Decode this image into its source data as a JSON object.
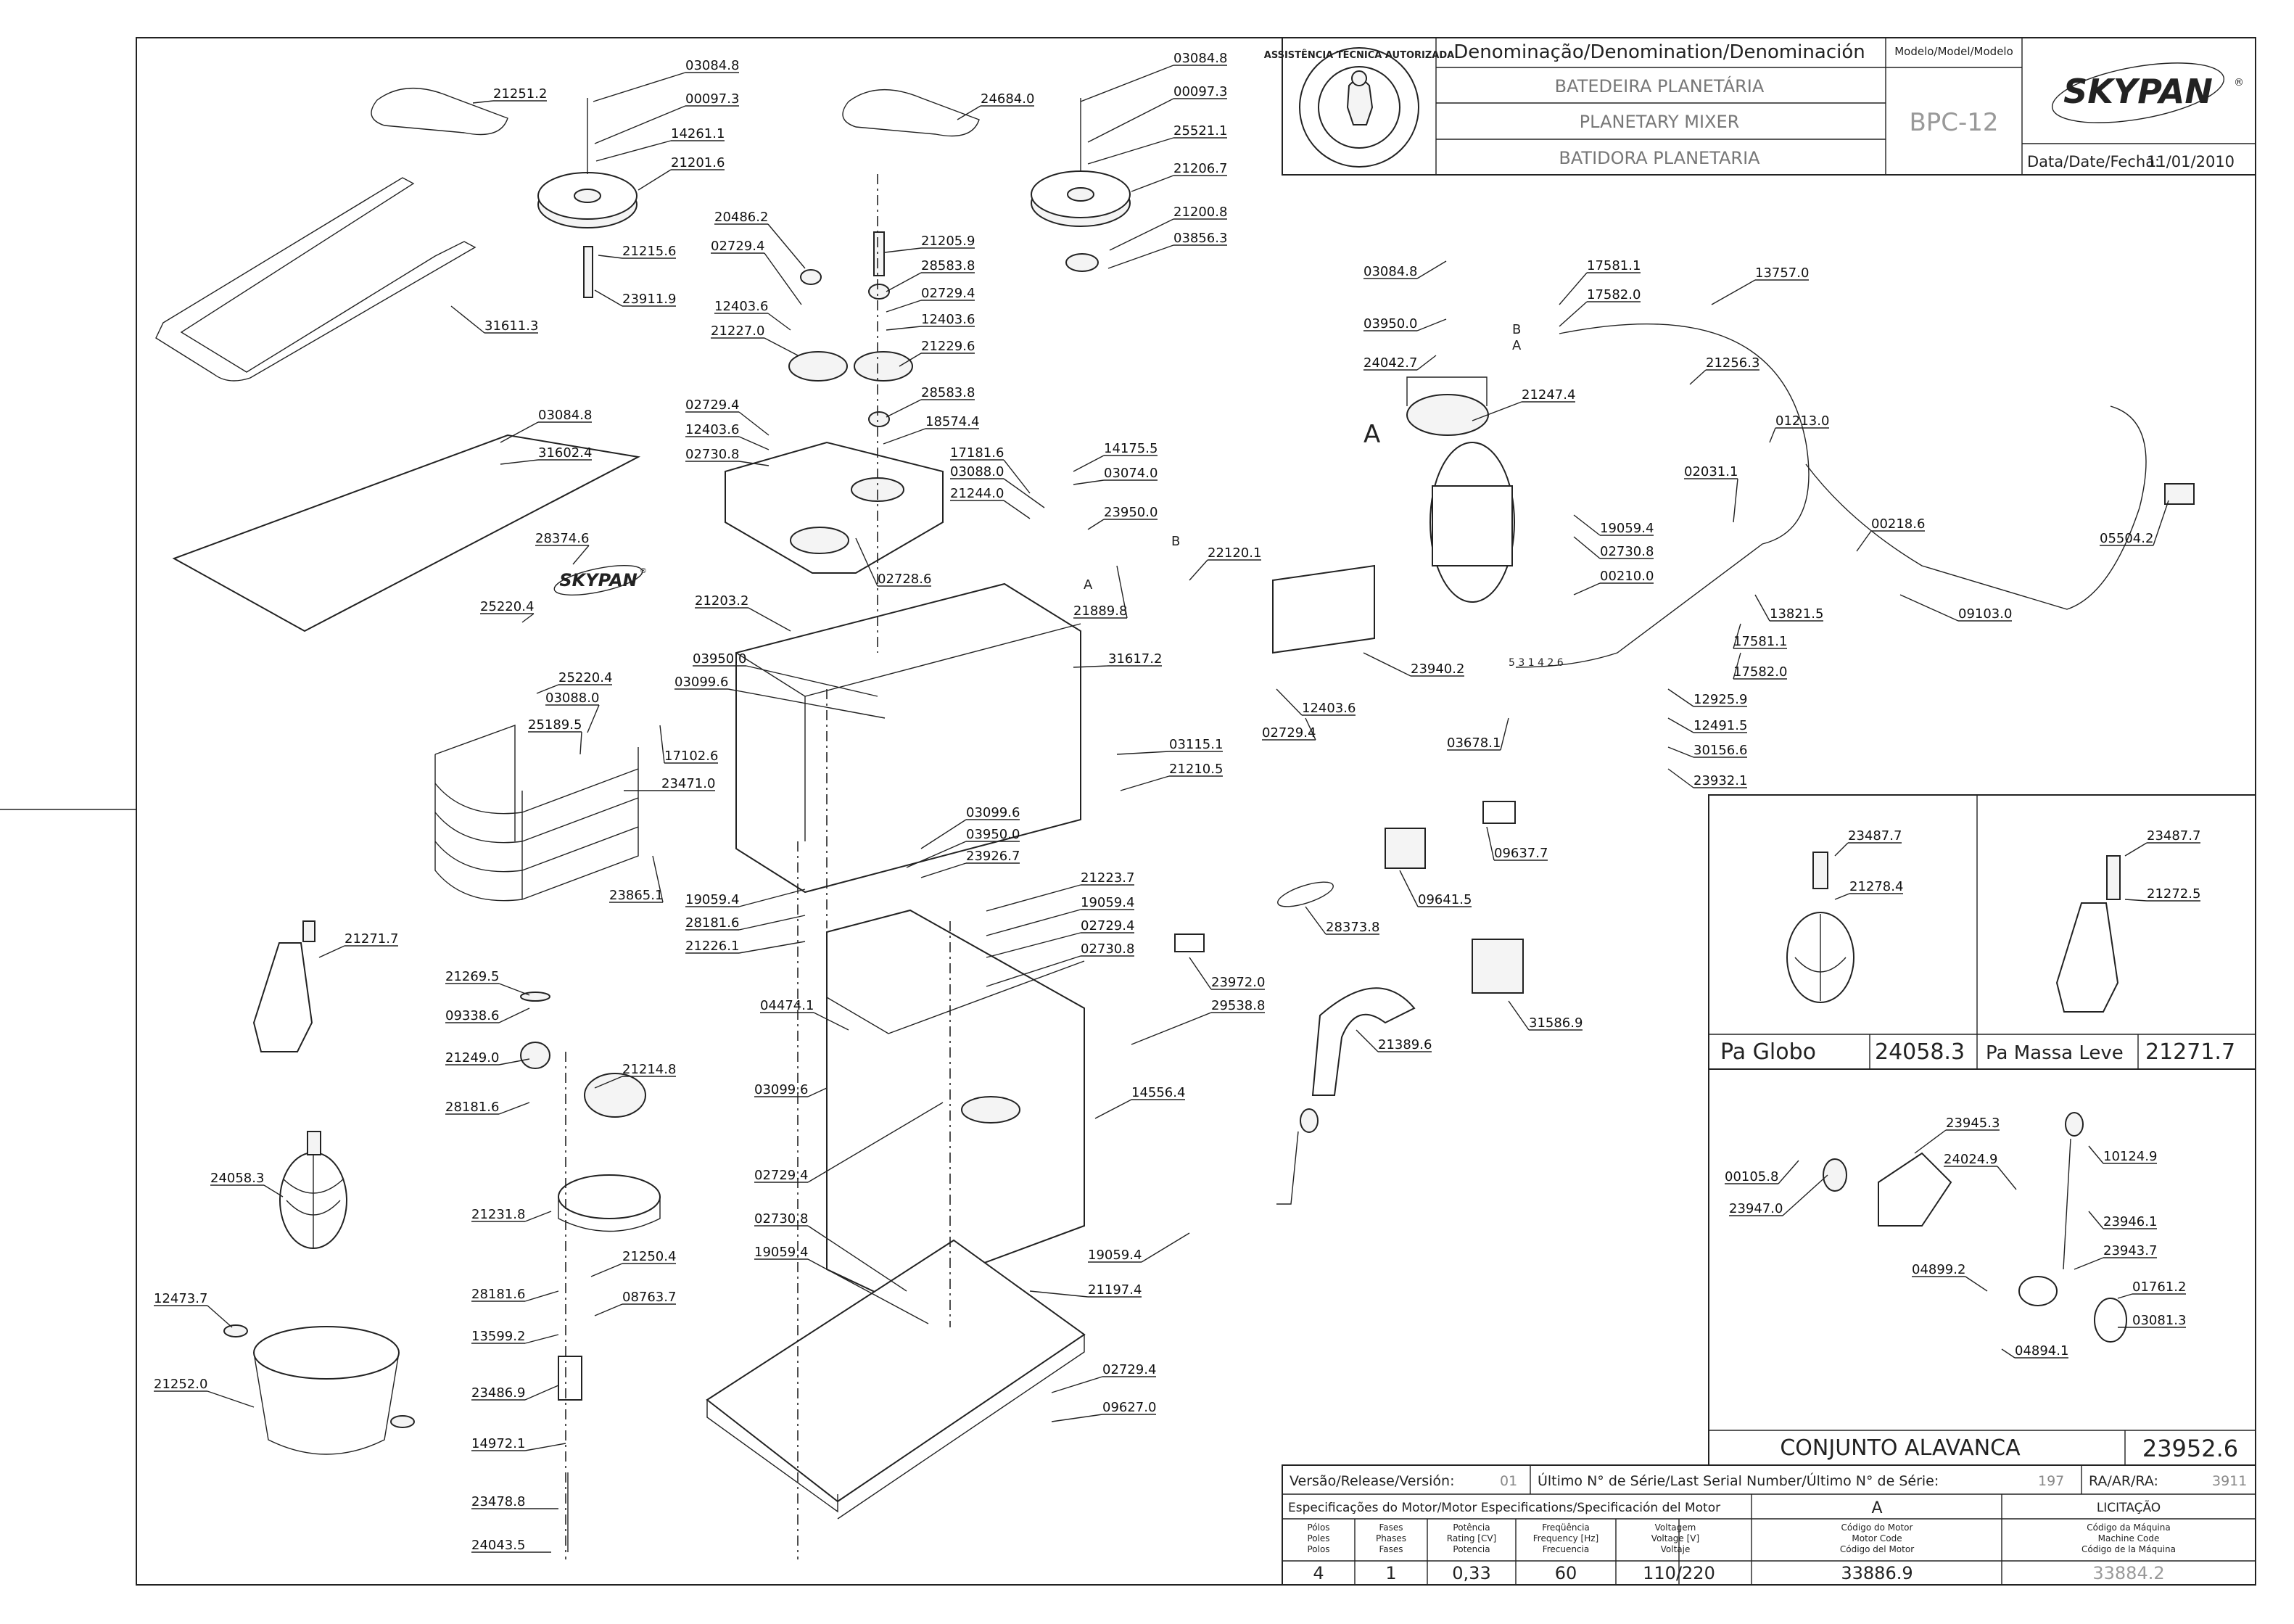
{
  "title_block": {
    "denomination_header": "Denominação/Denomination/Denominación",
    "name_pt": "BATEDEIRA PLANETÁRIA",
    "name_en": "PLANETARY MIXER",
    "name_es": "BATIDORA PLANETARIA",
    "model_header": "Modelo/Model/Modelo",
    "model": "BPC-12",
    "brand": "SKYPAN",
    "brand_mark": "®",
    "date_label": "Data/Date/Fecha:",
    "date": "11/01/2010",
    "seal_text": "ASSISTÊNCIA TÉCNICA AUTORIZADA"
  },
  "callouts": [
    {
      "id": "c1",
      "text": "03084.8"
    },
    {
      "id": "c2",
      "text": "00097.3"
    },
    {
      "id": "c3",
      "text": "14261.1"
    },
    {
      "id": "c4",
      "text": "21201.6"
    },
    {
      "id": "c5",
      "text": "21215.6"
    },
    {
      "id": "c6",
      "text": "23911.9"
    },
    {
      "id": "c7",
      "text": "21251.2"
    },
    {
      "id": "c8",
      "text": "31611.3"
    },
    {
      "id": "c9",
      "text": "03084.8"
    },
    {
      "id": "c10",
      "text": "31602.4"
    },
    {
      "id": "c11",
      "text": "28374.6"
    },
    {
      "id": "c12",
      "text": "25220.4"
    },
    {
      "id": "c13",
      "text": "25220.4"
    },
    {
      "id": "c14",
      "text": "03088.0"
    },
    {
      "id": "c15",
      "text": "25189.5"
    },
    {
      "id": "c16",
      "text": "17102.6"
    },
    {
      "id": "c17",
      "text": "23471.0"
    },
    {
      "id": "c18",
      "text": "23865.1"
    },
    {
      "id": "c19",
      "text": "24684.0"
    },
    {
      "id": "c20",
      "text": "03084.8"
    },
    {
      "id": "c21",
      "text": "00097.3"
    },
    {
      "id": "c22",
      "text": "25521.1"
    },
    {
      "id": "c23",
      "text": "21206.7"
    },
    {
      "id": "c24",
      "text": "21200.8"
    },
    {
      "id": "c25",
      "text": "03856.3"
    },
    {
      "id": "c26",
      "text": "20486.2"
    },
    {
      "id": "c27",
      "text": "02729.4"
    },
    {
      "id": "c28",
      "text": "21205.9"
    },
    {
      "id": "c29",
      "text": "28583.8"
    },
    {
      "id": "c30",
      "text": "02729.4"
    },
    {
      "id": "c31",
      "text": "12403.6"
    },
    {
      "id": "c32",
      "text": "12403.6"
    },
    {
      "id": "c33",
      "text": "21227.0"
    },
    {
      "id": "c34",
      "text": "21229.6"
    },
    {
      "id": "c35",
      "text": "28583.8"
    },
    {
      "id": "c36",
      "text": "18574.4"
    },
    {
      "id": "c37",
      "text": "02729.4"
    },
    {
      "id": "c38",
      "text": "12403.6"
    },
    {
      "id": "c39",
      "text": "02730.8"
    },
    {
      "id": "c40",
      "text": "17181.6"
    },
    {
      "id": "c41",
      "text": "03088.0"
    },
    {
      "id": "c42",
      "text": "21244.0"
    },
    {
      "id": "c43",
      "text": "14175.5"
    },
    {
      "id": "c44",
      "text": "03074.0"
    },
    {
      "id": "c45",
      "text": "23950.0"
    },
    {
      "id": "c46",
      "text": "02728.6"
    },
    {
      "id": "c47",
      "text": "21889.8"
    },
    {
      "id": "c48",
      "text": "22120.1"
    },
    {
      "id": "c49",
      "text": "21203.2"
    },
    {
      "id": "c50",
      "text": "03950.0"
    },
    {
      "id": "c51",
      "text": "03099.6"
    },
    {
      "id": "c52",
      "text": "31617.2"
    },
    {
      "id": "c53",
      "text": "03115.1"
    },
    {
      "id": "c54",
      "text": "21210.5"
    },
    {
      "id": "c55",
      "text": "19059.4"
    },
    {
      "id": "c56",
      "text": "28181.6"
    },
    {
      "id": "c57",
      "text": "21226.1"
    },
    {
      "id": "c58",
      "text": "03099.6"
    },
    {
      "id": "c59",
      "text": "03950.0"
    },
    {
      "id": "c60",
      "text": "23926.7"
    },
    {
      "id": "c61",
      "text": "21223.7"
    },
    {
      "id": "c62",
      "text": "19059.4"
    },
    {
      "id": "c63",
      "text": "02729.4"
    },
    {
      "id": "c64",
      "text": "02730.8"
    },
    {
      "id": "c65",
      "text": "04474.1"
    },
    {
      "id": "c66",
      "text": "03099.6"
    },
    {
      "id": "c67",
      "text": "23972.0"
    },
    {
      "id": "c68",
      "text": "29538.8"
    },
    {
      "id": "c69",
      "text": "14556.4"
    },
    {
      "id": "c70",
      "text": "02729.4"
    },
    {
      "id": "c71",
      "text": "02730.8"
    },
    {
      "id": "c72",
      "text": "19059.4"
    },
    {
      "id": "c73",
      "text": "19059.4"
    },
    {
      "id": "c74",
      "text": "21197.4"
    },
    {
      "id": "c75",
      "text": "02729.4"
    },
    {
      "id": "c76",
      "text": "09627.0"
    },
    {
      "id": "c77",
      "text": "21271.7"
    },
    {
      "id": "c78",
      "text": "21269.5"
    },
    {
      "id": "c79",
      "text": "09338.6"
    },
    {
      "id": "c80",
      "text": "21249.0"
    },
    {
      "id": "c81",
      "text": "21214.8"
    },
    {
      "id": "c82",
      "text": "28181.6"
    },
    {
      "id": "c83",
      "text": "24058.3"
    },
    {
      "id": "c84",
      "text": "21231.8"
    },
    {
      "id": "c85",
      "text": "21250.4"
    },
    {
      "id": "c86",
      "text": "28181.6"
    },
    {
      "id": "c87",
      "text": "08763.7"
    },
    {
      "id": "c88",
      "text": "13599.2"
    },
    {
      "id": "c89",
      "text": "12473.7"
    },
    {
      "id": "c90",
      "text": "21252.0"
    },
    {
      "id": "c91",
      "text": "23486.9"
    },
    {
      "id": "c92",
      "text": "14972.1"
    },
    {
      "id": "c93",
      "text": "23478.8"
    },
    {
      "id": "c94",
      "text": "24043.5"
    },
    {
      "id": "c95",
      "text": "03084.8"
    },
    {
      "id": "c96",
      "text": "03950.0"
    },
    {
      "id": "c97",
      "text": "24042.7"
    },
    {
      "id": "c98",
      "text": "21247.4"
    },
    {
      "id": "c99",
      "text": "17581.1"
    },
    {
      "id": "c100",
      "text": "17582.0"
    },
    {
      "id": "c101",
      "text": "13757.0"
    },
    {
      "id": "c102",
      "text": "21256.3"
    },
    {
      "id": "c103",
      "text": "01213.0"
    },
    {
      "id": "c104",
      "text": "02031.1"
    },
    {
      "id": "c105",
      "text": "00218.6"
    },
    {
      "id": "c106",
      "text": "05504.2"
    },
    {
      "id": "c107",
      "text": "19059.4"
    },
    {
      "id": "c108",
      "text": "02730.8"
    },
    {
      "id": "c109",
      "text": "00210.0"
    },
    {
      "id": "c110",
      "text": "13821.5"
    },
    {
      "id": "c111",
      "text": "09103.0"
    },
    {
      "id": "c112",
      "text": "17581.1"
    },
    {
      "id": "c113",
      "text": "17582.0"
    },
    {
      "id": "c114",
      "text": "23940.2"
    },
    {
      "id": "c115",
      "text": "12403.6"
    },
    {
      "id": "c116",
      "text": "02729.4"
    },
    {
      "id": "c117",
      "text": "12925.9"
    },
    {
      "id": "c118",
      "text": "12491.5"
    },
    {
      "id": "c119",
      "text": "03678.1"
    },
    {
      "id": "c120",
      "text": "30156.6"
    },
    {
      "id": "c121",
      "text": "23932.1"
    },
    {
      "id": "c122",
      "text": "09637.7"
    },
    {
      "id": "c123",
      "text": "09641.5"
    },
    {
      "id": "c124",
      "text": "28373.8"
    },
    {
      "id": "c125",
      "text": "31586.9"
    },
    {
      "id": "c126",
      "text": "21389.6"
    },
    {
      "id": "c127",
      "text": "23487.7"
    },
    {
      "id": "c128",
      "text": "21278.4"
    },
    {
      "id": "c129",
      "text": "23487.7"
    },
    {
      "id": "c130",
      "text": "21272.5"
    },
    {
      "id": "c131",
      "text": "23945.3"
    },
    {
      "id": "c132",
      "text": "00105.8"
    },
    {
      "id": "c133",
      "text": "24024.9"
    },
    {
      "id": "c134",
      "text": "10124.9"
    },
    {
      "id": "c135",
      "text": "23947.0"
    },
    {
      "id": "c136",
      "text": "23946.1"
    },
    {
      "id": "c137",
      "text": "23943.7"
    },
    {
      "id": "c138",
      "text": "04899.2"
    },
    {
      "id": "c139",
      "text": "01761.2"
    },
    {
      "id": "c140",
      "text": "03081.3"
    },
    {
      "id": "c141",
      "text": "04894.1"
    }
  ],
  "markers": {
    "motor_A": "A",
    "wire_B": "B",
    "wire_A": "A",
    "switch_A": "A",
    "switch_B": "B",
    "decal_logo": "SKYPAN",
    "decal_logo_mark": "®",
    "wire_numbers": "5 3 1 4 2 6"
  },
  "accessory_boxes": {
    "globo_label": "Pa Globo",
    "globo_code": "24058.3",
    "massa_label": "Pa Massa Leve",
    "massa_code": "21271.7",
    "lever_label": "CONJUNTO ALAVANCA",
    "lever_code": "23952.6"
  },
  "bottom_block": {
    "release_label": "Versão/Release/Versión:",
    "release_value": "01",
    "serial_label": "Último N° de Série/Last Serial Number/Último N° de Série:",
    "serial_value": "197",
    "ra_label": "RA/AR/RA:",
    "ra_value": "3911",
    "motor_spec_label": "Especificações do Motor/Motor Especifications/Specificación del Motor",
    "col_A": "A",
    "col_licitacao": "LICITAÇÃO",
    "headers": [
      [
        "Pólos",
        "Poles",
        "Polos"
      ],
      [
        "Fases",
        "Phases",
        "Fases"
      ],
      [
        "Potência",
        "Rating [CV]",
        "Potencia"
      ],
      [
        "Freqüência",
        "Frequency [Hz]",
        "Frecuencia"
      ],
      [
        "Voltagem",
        "Voltage [V]",
        "Voltaje"
      ],
      [
        "Código do Motor",
        "Motor Code",
        "Código del Motor"
      ],
      [
        "Código da Máquina",
        "Machine Code",
        "Código de la Máquina"
      ]
    ],
    "values": [
      "4",
      "1",
      "0,33",
      "60",
      "110/220",
      "33886.9",
      "33884.2"
    ]
  }
}
